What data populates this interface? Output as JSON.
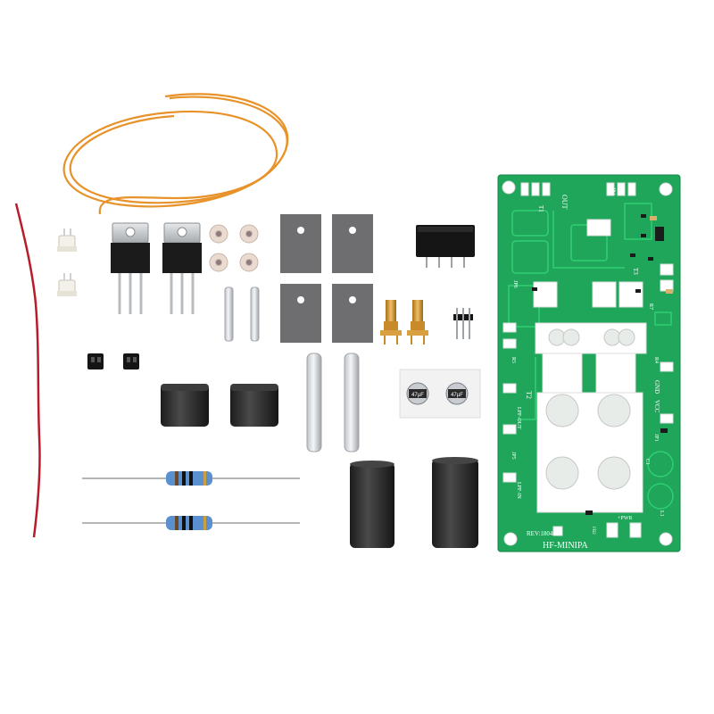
{
  "image": {
    "kind": "product-kit-photo",
    "background": "#ffffff"
  },
  "pcb": {
    "board_color": "#1fa65a",
    "trace_color": "#2fcf72",
    "silk_color": "#ffffff",
    "title": "HF-MINIPA",
    "revision": "REV:180401",
    "labels": {
      "out": "OUT",
      "in": "IN",
      "lpf_out": "LPF-OUT",
      "lpf_in": "LPF-IN",
      "gnd": "GND",
      "vcc": "VCC",
      "pwr": "+PWR",
      "t1": "T1",
      "t2": "T2",
      "t3": "T3",
      "r4": "R4",
      "r5": "R5",
      "r7": "R7",
      "jp1": "JP1",
      "jp5": "JP5",
      "jp6": "JP6",
      "c1": "C1",
      "l1": "L1",
      "fb2": "FB2"
    }
  },
  "parts": {
    "wire_colors": {
      "orange": "#e8922a",
      "red": "#b81c2a"
    },
    "resistor_color": "#5a8fd0",
    "ferrite_color": "#2b2b2b",
    "insulator_color": "#6e6e70",
    "brass_color": "#c98b2a",
    "capacitor_marking": "47µF"
  }
}
